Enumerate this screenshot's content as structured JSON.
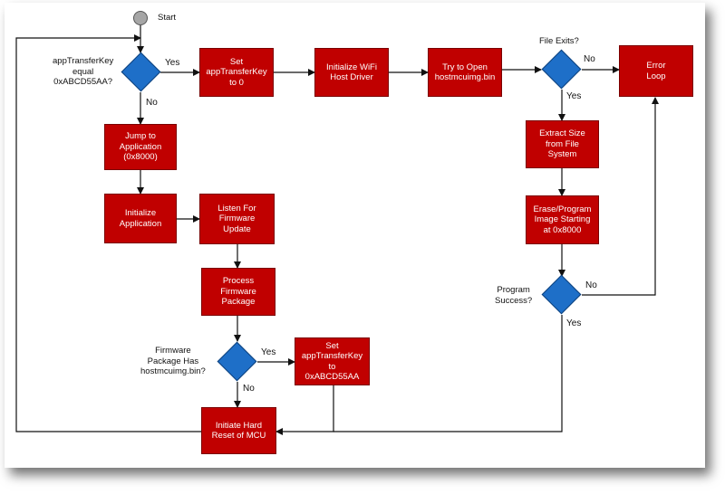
{
  "start_label": "Start",
  "decisions": {
    "app_key_check": "appTransferKey\nequal\n0xABCD55AA?",
    "file_exists": "File Exits?",
    "program_success": "Program\nSuccess?",
    "firmware_has_file": "Firmware\nPackage Has\nhostmcuimg.bin?"
  },
  "boxes": {
    "set_key_zero": "Set\nappTransferKey\nto 0",
    "init_wifi": "Initialize WiFi\nHost Driver",
    "try_open": "Try to Open\nhostmcuimg.bin",
    "error_loop": "Error\nLoop",
    "jump_app": "Jump to\nApplication\n(0x8000)",
    "extract_size": "Extract Size\nfrom File\nSystem",
    "init_app": "Initialize\nApplication",
    "listen_update": "Listen For\nFirmware\nUpdate",
    "erase_program": "Erase/Program\nImage Starting\nat 0x8000",
    "process_pkg": "Process\nFirmware\nPackage",
    "set_key_magic": "Set\nappTransferKey\nto\n0xABCD55AA",
    "hard_reset": "Initiate Hard\nReset of MCU"
  },
  "branches": {
    "yes": "Yes",
    "no": "No"
  },
  "colors": {
    "process_fill": "#c00000",
    "decision_fill": "#1e6fc8",
    "start_fill": "#a6a6a6"
  }
}
